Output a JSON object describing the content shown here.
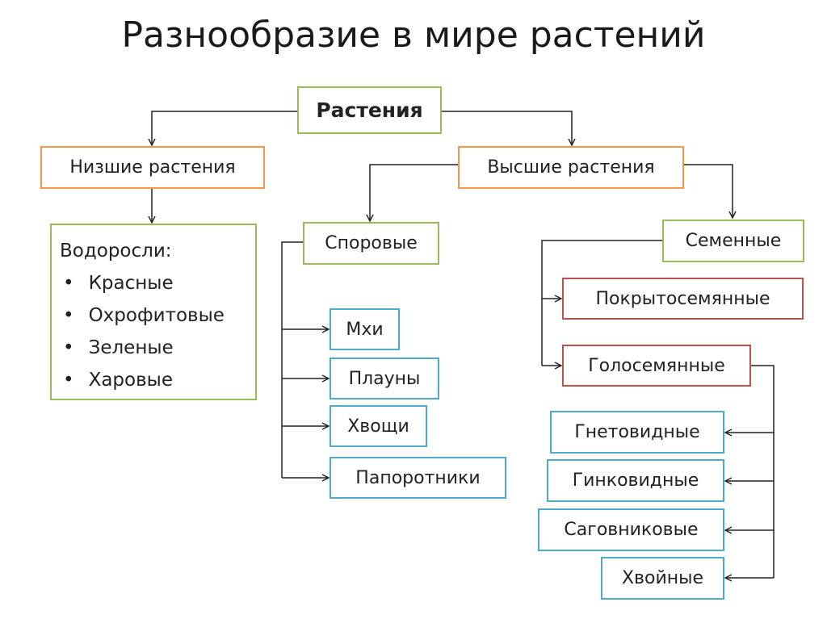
{
  "title": "Разнообразие в мире растений",
  "root": "Растения",
  "lower": {
    "label": "Низшие растения",
    "algae_heading": "Водоросли:",
    "algae": [
      "Красные",
      "Охрофитовые",
      "Зеленые",
      "Харовые"
    ]
  },
  "higher": {
    "label": "Высшие растения"
  },
  "spore": {
    "label": "Споровые",
    "items": [
      "Мхи",
      "Плауны",
      "Хвощи",
      "Папоротники"
    ]
  },
  "seed": {
    "label": "Семенные",
    "angiosperms": "Покрытосемянные",
    "gymnosperms": "Голосемянные",
    "gymno_items": [
      "Гнетовидные",
      "Гинковидные",
      "Саговниковые",
      "Хвойные"
    ]
  },
  "colors": {
    "green": "#9bbb59",
    "orange": "#f79646",
    "red": "#c0504d",
    "blue": "#4bacc6"
  }
}
